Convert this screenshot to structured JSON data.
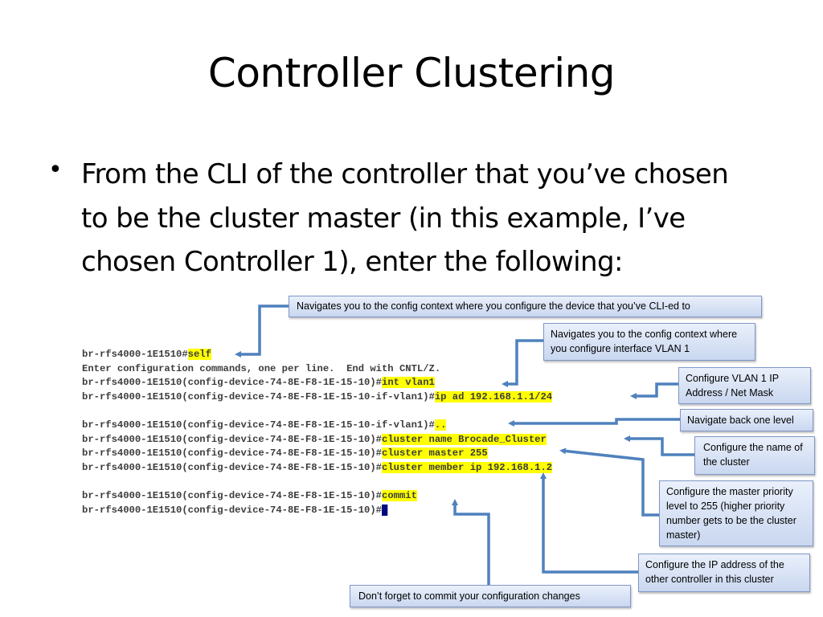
{
  "slide": {
    "title": "Controller Clustering",
    "bullet_marker": "•",
    "bullet_text": "From the CLI of the controller that you’ve chosen to be the cluster master (in this example, I’ve chosen Controller 1), enter the following:"
  },
  "cli": {
    "lines": [
      {
        "prompt": "br-rfs4000-1E1510#",
        "command": "self",
        "highlight": true
      },
      {
        "prompt": "Enter configuration commands, one per line.  End with CNTL/Z.",
        "command": "",
        "highlight": false
      },
      {
        "prompt": "br-rfs4000-1E1510(config-device-74-8E-F8-1E-15-10)#",
        "command": "int vlan1",
        "highlight": true
      },
      {
        "prompt": "br-rfs4000-1E1510(config-device-74-8E-F8-1E-15-10-if-vlan1)#",
        "command": "ip ad 192.168.1.1/24",
        "highlight": true
      },
      {
        "prompt": "br-rfs4000-1E1510(config-device-74-8E-F8-1E-15-10-if-vlan1)#",
        "command": "..",
        "highlight": true
      },
      {
        "prompt": "br-rfs4000-1E1510(config-device-74-8E-F8-1E-15-10)#",
        "command": "cluster name Brocade_Cluster",
        "highlight": true
      },
      {
        "prompt": "br-rfs4000-1E1510(config-device-74-8E-F8-1E-15-10)#",
        "command": "cluster master 255",
        "highlight": true
      },
      {
        "prompt": "br-rfs4000-1E1510(config-device-74-8E-F8-1E-15-10)#",
        "command": "cluster member ip 192.168.1.2",
        "highlight": true
      },
      {
        "prompt": "br-rfs4000-1E1510(config-device-74-8E-F8-1E-15-10)#",
        "command": "commit",
        "highlight": true
      },
      {
        "prompt": "br-rfs4000-1E1510(config-device-74-8E-F8-1E-15-10)#",
        "command": "",
        "highlight": false
      }
    ]
  },
  "callouts": {
    "self": "Navigates you to the config context where you configure the device that you’ve CLI-ed to",
    "int_vlan": "Navigates you to the config context where you configure interface VLAN 1",
    "ip_address": "Configure VLAN 1 IP Address / Net Mask",
    "back": "Navigate back one level",
    "cluster_name": "Configure the name of the cluster",
    "cluster_master": "Configure the master priority level to 255 (higher priority number gets to be the cluster master)",
    "cluster_member": "Configure the IP address of the other controller in this cluster",
    "commit": "Don’t forget to commit your configuration changes"
  },
  "colors": {
    "highlight": "#ffff00",
    "arrow": "#4f81bd",
    "callout_border": "#7f97c6"
  }
}
